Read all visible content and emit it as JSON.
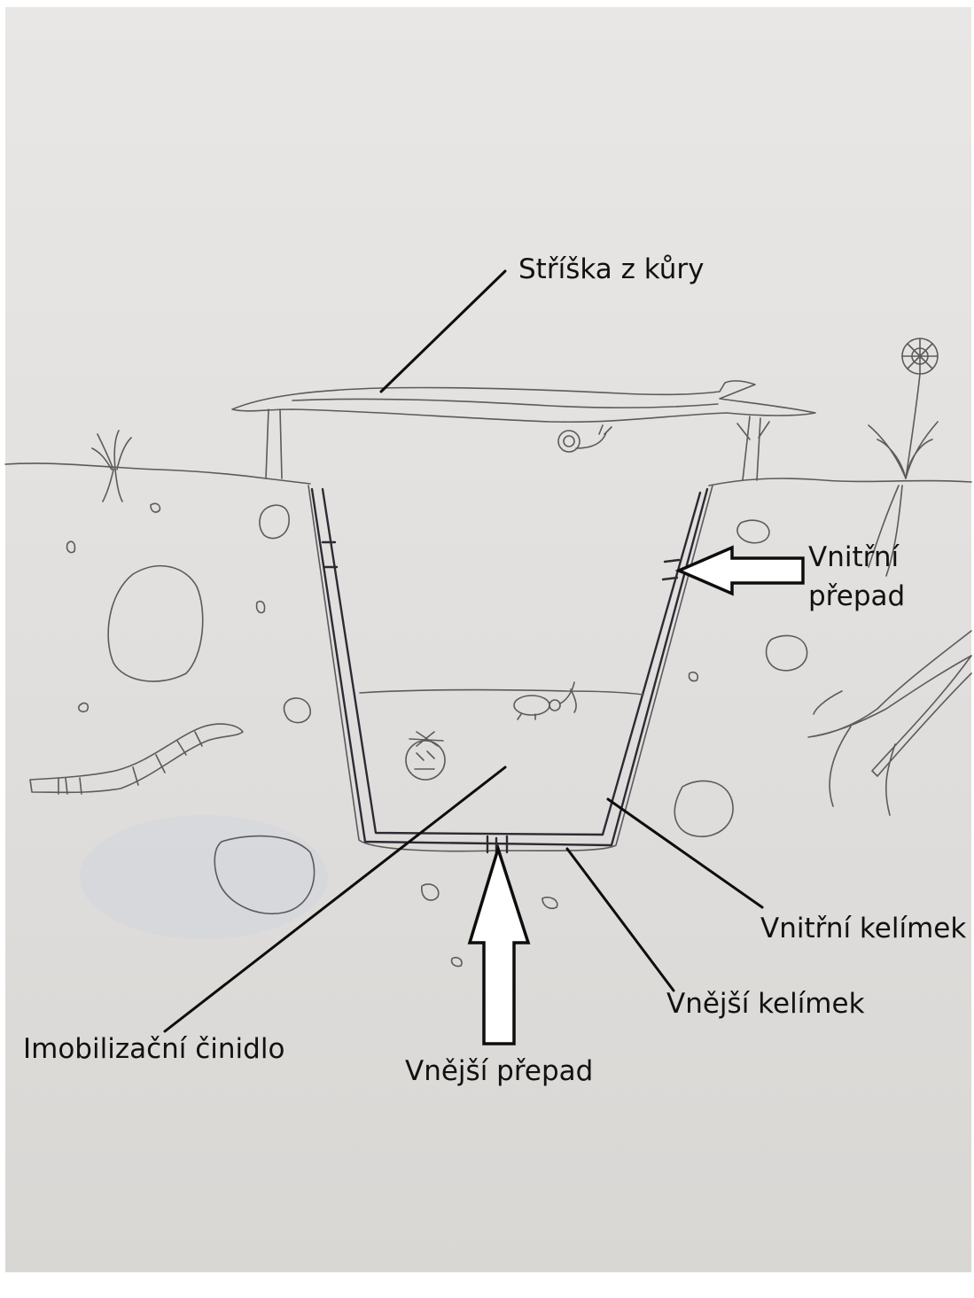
{
  "labels": {
    "roof": "Stříška z kůry",
    "inner_overflow_line1": "Vnitřní",
    "inner_overflow_line2": "přepad",
    "inner_cup": "Vnitřní kelímek",
    "outer_cup": "Vnější kelímek",
    "immobilizer": "Imobilizační činidlo",
    "outer_overflow": "Vnější přepad"
  },
  "colors": {
    "paper": "#e3e1df",
    "pencil": "#5c5a5a",
    "ink": "#0d0d0d"
  }
}
